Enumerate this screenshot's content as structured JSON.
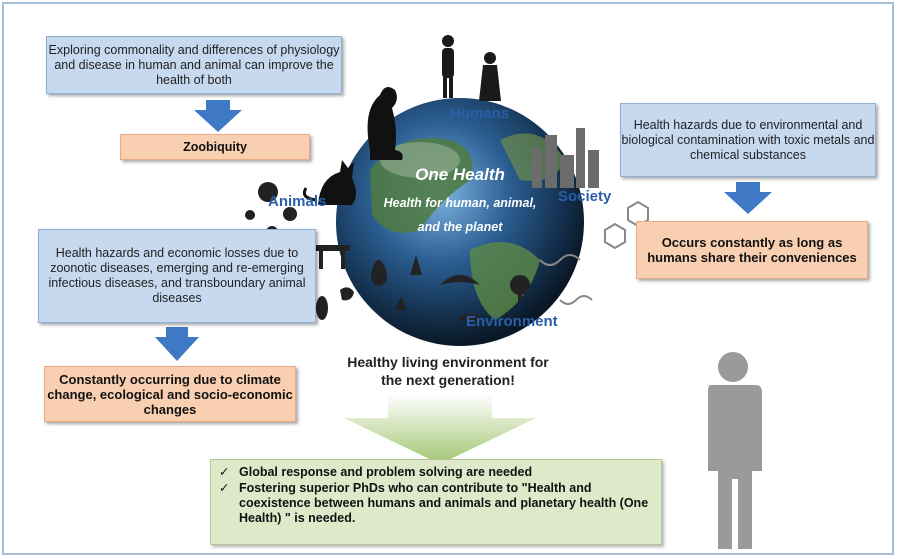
{
  "boxes": {
    "physiology": "Exploring commonality and differences of physiology and disease in human and animal can improve the health of both",
    "zoobiquity": "Zoobiquity",
    "society_hazard": "Health hazards due to environmental and biological contamination with toxic metals and chemical substances",
    "society_result": "Occurs constantly as long as humans share their conveniences",
    "animal_hazard": "Health hazards and economic losses due to zoonotic diseases, emerging and re-emerging infectious diseases, and transboundary animal diseases",
    "animal_result": "Constantly occurring due to climate change, ecological and socio-economic changes"
  },
  "labels": {
    "humans": "Humans",
    "animals": "Animals",
    "society": "Society",
    "environment": "Environment"
  },
  "center": {
    "title": "One Health",
    "line1": "Health for human, animal,",
    "line2": "and the planet"
  },
  "healthy": {
    "line1": "Healthy living environment for",
    "line2": "the next generation!"
  },
  "bottom": {
    "check": "✓",
    "item1": "Global response and problem solving are needed",
    "item2": "Fostering superior PhDs who can contribute to \"Health and coexistence between humans and animals and planetary health (One Health) \" is needed."
  },
  "colors": {
    "frame": "#a6bfd9",
    "blue_box": "#c6d9ef",
    "orange_box": "#f8cfb0",
    "arrow": "#3f78c4",
    "label_blue": "#2a5fa8",
    "green_box": "#dde9c9",
    "silhouette": "#9a9a9a"
  }
}
